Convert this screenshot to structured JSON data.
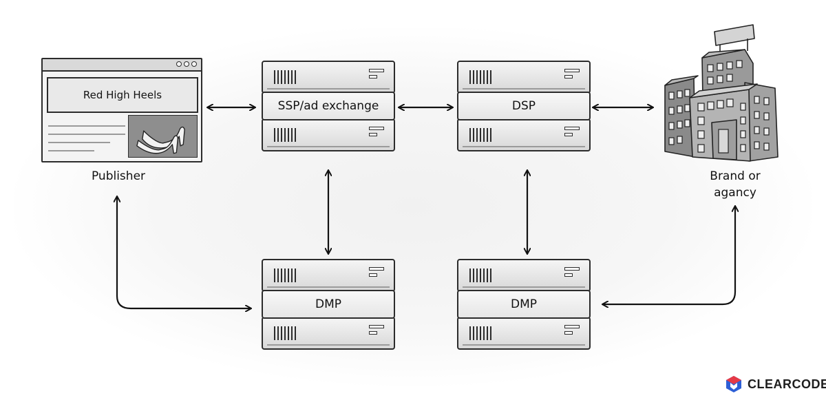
{
  "diagram": {
    "publisher": {
      "ad_headline": "Red High Heels",
      "caption": "Publisher"
    },
    "ssp": {
      "label": "SSP/ad exchange"
    },
    "dsp": {
      "label": "DSP"
    },
    "dmp_left": {
      "label": "DMP"
    },
    "dmp_right": {
      "label": "DMP"
    },
    "brand": {
      "caption_line1": "Brand or",
      "caption_line2": "agancy"
    }
  },
  "logo": {
    "text": "CLEARCODE"
  },
  "colors": {
    "ink": "#2b2b2b",
    "logo_red": "#e63946",
    "logo_blue": "#2d5fd6"
  },
  "icons": [
    "browser-window-icon",
    "shoe-image",
    "server-stack",
    "office-building-icon",
    "clearcode-logo-mark"
  ]
}
